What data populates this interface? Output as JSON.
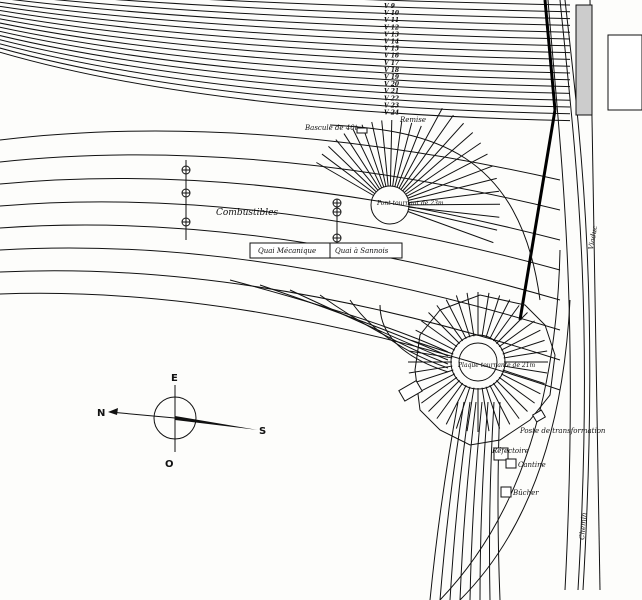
{
  "title": "Plan du dépôt",
  "track_labels": [
    "V 9",
    "V 10",
    "V 11",
    "V 12",
    "V 13",
    "V 14",
    "V 15",
    "V 16",
    "V 17",
    "V 18",
    "V 19",
    "V 20",
    "V 21",
    "V 22",
    "V 23",
    "V 24"
  ],
  "labels": {
    "bascule": "Bascule de 40t",
    "combustibles": "Combustibles",
    "quai_mecanique": "Quai Mécanique",
    "quai_sannois": "Quai à Sannois",
    "pont_tournant": "Pont tournant de 23m",
    "plaque_tournante": "Plaque tournante de 21m",
    "poste": "Poste de transformation",
    "refectoire": "Réfectoire",
    "cantine": "Cantine",
    "bucher": "Bûcher",
    "viaduc": "Viaduc",
    "chemin": "Chemin",
    "remise": "Remise"
  },
  "compass": {
    "north": "N",
    "south": "S",
    "east": "E",
    "west": "O"
  }
}
